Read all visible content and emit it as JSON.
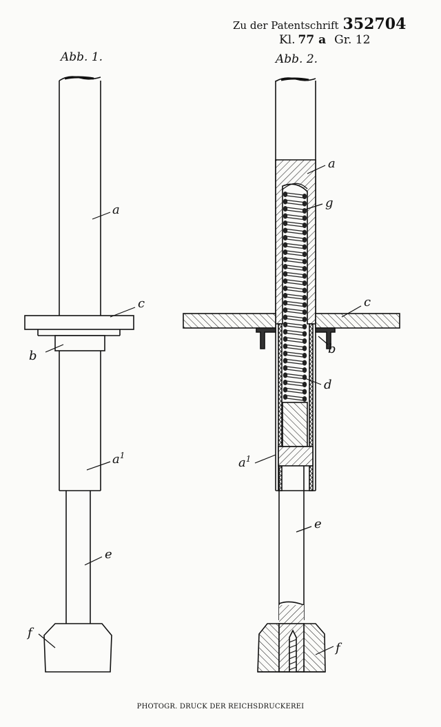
{
  "header": {
    "prefix": "Zu der Patentschrift",
    "patent_number": "352704",
    "kl_label": "Kl.",
    "kl_value": "77 a",
    "gr_label": "Gr. 12"
  },
  "figures": {
    "fig1_title": "Abb. 1.",
    "fig2_title": "Abb. 2."
  },
  "labels": {
    "a": "a",
    "a1": "a",
    "a1_sup": "1",
    "b": "b",
    "c": "c",
    "d": "d",
    "e": "e",
    "f": "f",
    "g": "g"
  },
  "footer": "PHOTOGR. DRUCK DER REICHSDRUCKEREI"
}
